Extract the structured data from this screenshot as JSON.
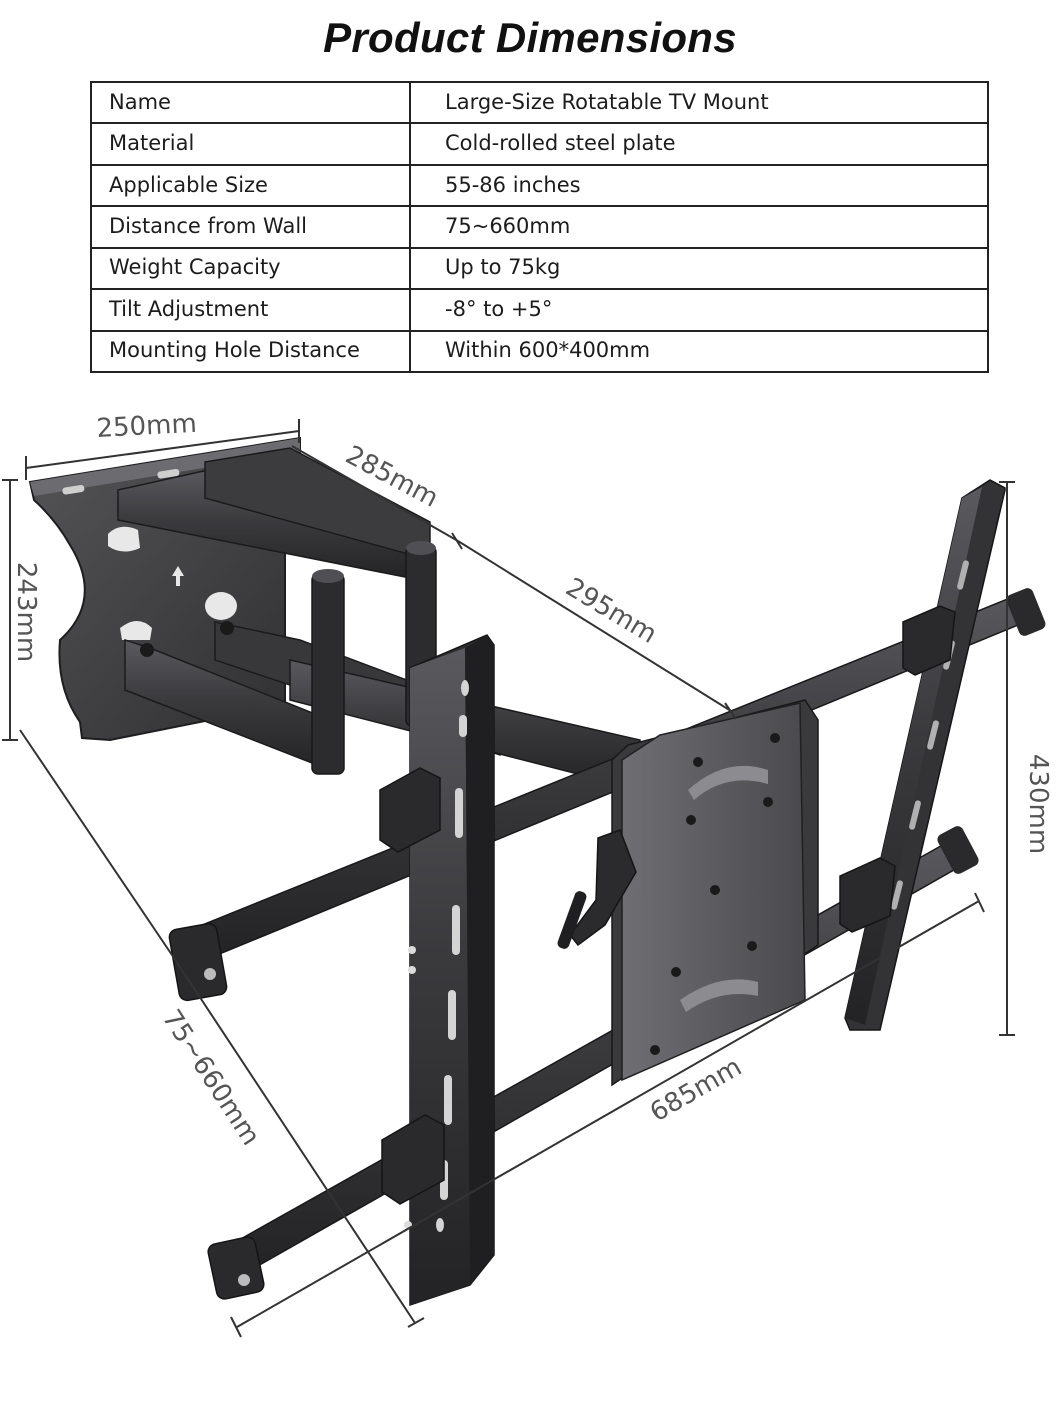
{
  "title": "Product Dimensions",
  "specs": {
    "rows": [
      {
        "label": "Name",
        "value": "Large-Size Rotatable TV Mount"
      },
      {
        "label": "Material",
        "value": "Cold-rolled steel plate"
      },
      {
        "label": "Applicable Size",
        "value": "55-86 inches"
      },
      {
        "label": "Distance from Wall",
        "value": "75~660mm"
      },
      {
        "label": "Weight Capacity",
        "value": "Up to 75kg"
      },
      {
        "label": "Tilt Adjustment",
        "value": "-8° to +5°"
      },
      {
        "label": "Mounting Hole Distance",
        "value": "Within 600*400mm"
      }
    ]
  },
  "dimensions": {
    "wall_plate_width": "250mm",
    "wall_plate_height": "243mm",
    "arm_first": "285mm",
    "arm_second": "295mm",
    "extension": "75~660mm",
    "bracket_width": "685mm",
    "rail_height": "430mm"
  },
  "colors": {
    "metal_dark": "#2e2e30",
    "metal_mid": "#48484b",
    "metal_light": "#6a6a6e",
    "dimension_line": "#333333",
    "dimension_text": "#555555"
  }
}
